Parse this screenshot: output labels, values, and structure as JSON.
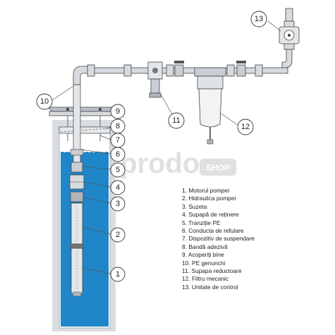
{
  "watermark": {
    "brand": "prodo",
    "badge": "SHOP"
  },
  "callouts": [
    "1",
    "2",
    "3",
    "4",
    "5",
    "6",
    "7",
    "8",
    "9",
    "10",
    "11",
    "12",
    "13"
  ],
  "legend": [
    {
      "num": "1",
      "label": "Motorul pompei"
    },
    {
      "num": "2",
      "label": "Hidraulica pompei"
    },
    {
      "num": "3",
      "label": "Suzeta"
    },
    {
      "num": "4",
      "label": "Supapă de reținere"
    },
    {
      "num": "5",
      "label": "Tranziție PE"
    },
    {
      "num": "6",
      "label": "Conducta de refulare"
    },
    {
      "num": "7",
      "label": "Dispozitiv de suspendare"
    },
    {
      "num": "8",
      "label": "Bandă adezivă"
    },
    {
      "num": "9",
      "label": "Acoperiți bine"
    },
    {
      "num": "10",
      "label": "PE genunchi"
    },
    {
      "num": "11",
      "label": "Supapa reductoare"
    },
    {
      "num": "12",
      "label": "Filtru mecanic"
    },
    {
      "num": "13",
      "label": "Unitate de control"
    }
  ],
  "colors": {
    "water": "#1e86c9",
    "well_wall": "#d9dde2",
    "metal": "#c9ced4",
    "outline": "#444444"
  }
}
